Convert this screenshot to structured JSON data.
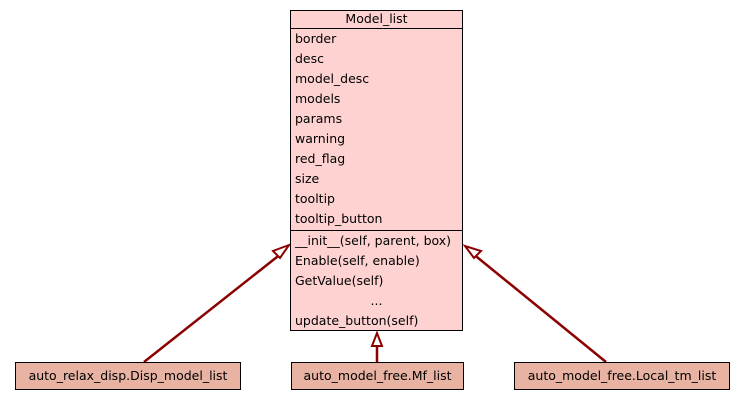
{
  "diagram": {
    "parent_class": {
      "name": "Model_list",
      "attributes": [
        "border",
        "desc",
        "model_desc",
        "models",
        "params",
        "warning",
        "red_flag",
        "size",
        "tooltip",
        "tooltip_button"
      ],
      "methods": [
        "__init__(self, parent, box)",
        "Enable(self, enable)",
        "GetValue(self)",
        "...",
        "update_button(self)"
      ]
    },
    "subclasses": [
      {
        "name": "auto_relax_disp.Disp_model_list"
      },
      {
        "name": "auto_model_free.Mf_list"
      },
      {
        "name": "auto_model_free.Local_tm_list"
      }
    ],
    "colors": {
      "parent_fill": "#ffd2d2",
      "subclass_fill": "#e8b3a3",
      "edge": "#8b0000"
    }
  }
}
